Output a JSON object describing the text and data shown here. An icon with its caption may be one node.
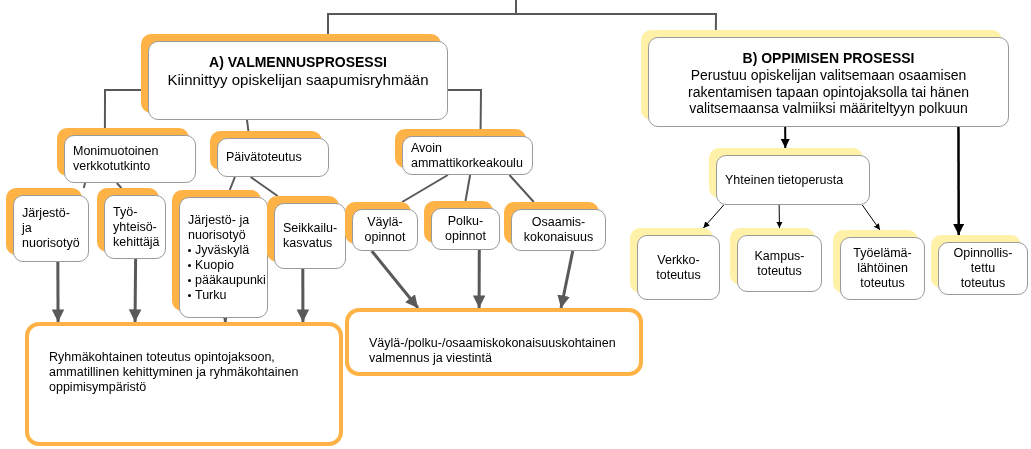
{
  "diagram": {
    "nodes": [
      {
        "text": [
          "A) VALMENNUSPROSESSI",
          "Kiinnittyy opiskelijan saapumisryhmään"
        ]
      },
      {
        "text": [
          "B) OPPIMISEN PROSESSI",
          "Perustuu opiskelijan valitsemaan osaamisen rakentamisen tapaan opintojaksolla tai hänen valitsemaansa valmiiksi määriteltyyn polkuun"
        ]
      },
      {
        "text": [
          "Monimuotoinen verkkotutkinto"
        ]
      },
      {
        "text": [
          "Päivätoteutus"
        ]
      },
      {
        "text": [
          "Avoin ammattikorkeakoulu"
        ]
      },
      {
        "text": [
          "Järjestö- ja nuorisotyö"
        ]
      },
      {
        "text": [
          "Työ- yhteisö- kehittäjä"
        ]
      },
      {
        "text": [
          "Järjestö- ja nuorisotyö",
          "Jyväskylä",
          "Kuopio",
          "pääkaupunki",
          "Turku"
        ]
      },
      {
        "text": [
          "Seikkailu- kasvatus"
        ]
      },
      {
        "text": [
          "Väylä- opinnot"
        ]
      },
      {
        "text": [
          "Polku- opinnot"
        ]
      },
      {
        "text": [
          "Osaamis- kokonaisuus"
        ]
      },
      {
        "text": [
          "Yhteinen tietoperusta"
        ]
      },
      {
        "text": [
          "Verkko- toteutus"
        ]
      },
      {
        "text": [
          "Kampus- toteutus"
        ]
      },
      {
        "text": [
          "Työelämä- lähtöinen toteutus"
        ]
      },
      {
        "text": [
          "Opinnollis- tettu toteutus"
        ]
      },
      {
        "text": [
          "Ryhmäkohtainen toteutus opintojaksoon, ammatillinen kehittyminen ja ryhmäkohtainen oppimisympäristö"
        ]
      },
      {
        "text": [
          "Väylä-/polku-/osaamiskokonaisuuskohtainen valmennus ja viestintä"
        ]
      }
    ],
    "edges": [
      {
        "from": null,
        "to": 0,
        "arrow": "none"
      },
      {
        "from": null,
        "to": 1,
        "arrow": "none"
      },
      {
        "from": 0,
        "to": 2,
        "arrow": "none"
      },
      {
        "from": 0,
        "to": 3,
        "arrow": "none"
      },
      {
        "from": 0,
        "to": 4,
        "arrow": "none"
      },
      {
        "from": 2,
        "to": 5,
        "arrow": "none"
      },
      {
        "from": 2,
        "to": 6,
        "arrow": "none"
      },
      {
        "from": 3,
        "to": 7,
        "arrow": "none"
      },
      {
        "from": 3,
        "to": 8,
        "arrow": "none"
      },
      {
        "from": 4,
        "to": 9,
        "arrow": "none"
      },
      {
        "from": 4,
        "to": 10,
        "arrow": "none"
      },
      {
        "from": 4,
        "to": 11,
        "arrow": "none"
      },
      {
        "from": 5,
        "to": 17,
        "arrow": "to"
      },
      {
        "from": 6,
        "to": 17,
        "arrow": "to"
      },
      {
        "from": 7,
        "to": 17,
        "arrow": "to"
      },
      {
        "from": 8,
        "to": 17,
        "arrow": "to"
      },
      {
        "from": 9,
        "to": 18,
        "arrow": "to"
      },
      {
        "from": 10,
        "to": 18,
        "arrow": "to"
      },
      {
        "from": 11,
        "to": 18,
        "arrow": "to"
      },
      {
        "from": 1,
        "to": 12,
        "arrow": "to",
        "color": "#000000"
      },
      {
        "from": 1,
        "to": 16,
        "arrow": "to",
        "color": "#000000"
      },
      {
        "from": 12,
        "to": 13,
        "arrow": "to",
        "color": "#000000"
      },
      {
        "from": 12,
        "to": 14,
        "arrow": "to",
        "color": "#000000"
      },
      {
        "from": 12,
        "to": 15,
        "arrow": "to",
        "color": "#000000"
      }
    ]
  }
}
